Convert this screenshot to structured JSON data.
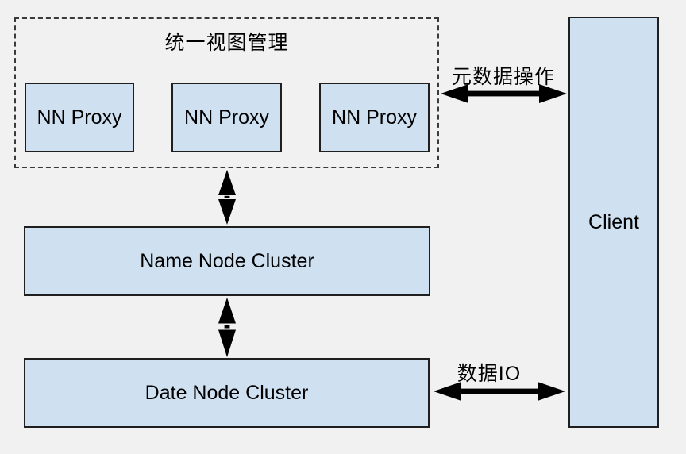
{
  "diagram": {
    "unified_group": {
      "title": "统一视图管理",
      "proxies": [
        {
          "label": "NN Proxy"
        },
        {
          "label": "NN Proxy"
        },
        {
          "label": "NN Proxy"
        }
      ]
    },
    "nodes": {
      "name_node_cluster": {
        "label": "Name Node Cluster"
      },
      "date_node_cluster": {
        "label": "Date Node Cluster"
      },
      "client": {
        "label": "Client"
      }
    },
    "connections": {
      "metadata_ops": {
        "label": "元数据操作",
        "type": "double-arrow-horizontal",
        "from": "unified-view-group",
        "to": "client"
      },
      "data_io": {
        "label": "数据IO",
        "type": "double-arrow-horizontal",
        "from": "date-node-cluster",
        "to": "client"
      },
      "group_to_namenode": {
        "label": "",
        "type": "double-arrow-vertical",
        "from": "unified-view-group",
        "to": "name-node-cluster"
      },
      "namenode_to_datenode": {
        "label": "",
        "type": "double-arrow-vertical",
        "from": "name-node-cluster",
        "to": "date-node-cluster"
      }
    },
    "colors": {
      "background": "#f1f1f2",
      "box_fill": "#cfe0f1",
      "box_border": "#1f1f1f",
      "dashed_border": "#3a3a3a",
      "arrow": "#000000",
      "text": "#000000"
    }
  }
}
